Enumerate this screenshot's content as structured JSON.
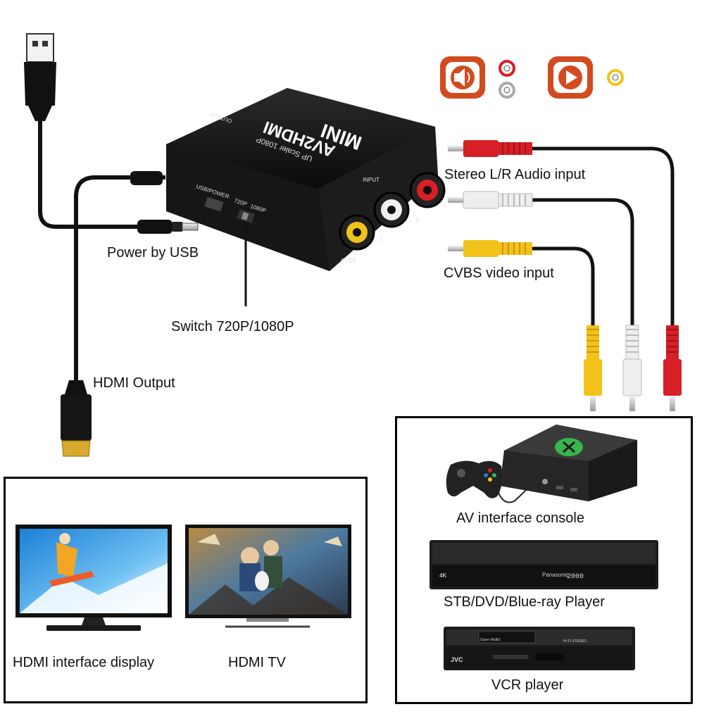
{
  "device": {
    "brand_text": "MINI",
    "model_text": "AV2HDMI",
    "sub_text": "UP Scaler 1080P",
    "port_output": "OUTPUT",
    "port_input": "INPUT",
    "port_usb": "USB/POWER",
    "switch_720": "720P",
    "switch_1080": "1080P",
    "jack_cvbs": "CVBS",
    "jack_l": "L",
    "jack_r": "R"
  },
  "labels": {
    "audio_input": "Stereo L/R Audio input",
    "video_input": "CVBS video input",
    "power": "Power by USB",
    "switch": "Switch 720P/1080P",
    "hdmi_output": "HDMI Output"
  },
  "output_panel": {
    "display": "HDMI interface display",
    "tv": "HDMI TV"
  },
  "input_panel": {
    "console": "AV interface console",
    "player": "STB/DVD/Blue-ray Player",
    "vcr": "VCR player",
    "player_brand": "Panasonic",
    "player_display": "2000",
    "player_badge": "4K",
    "vcr_brand": "JVC",
    "vcr_tag": "Super MultiS",
    "vcr_tag2": "HI-FI STEREO"
  },
  "colors": {
    "red": "#d61f26",
    "white": "#eeeeee",
    "yellow": "#f2c21b",
    "icon_orange": "#d24b1f"
  },
  "icons": [
    "audio-speaker-icon",
    "video-play-icon"
  ]
}
